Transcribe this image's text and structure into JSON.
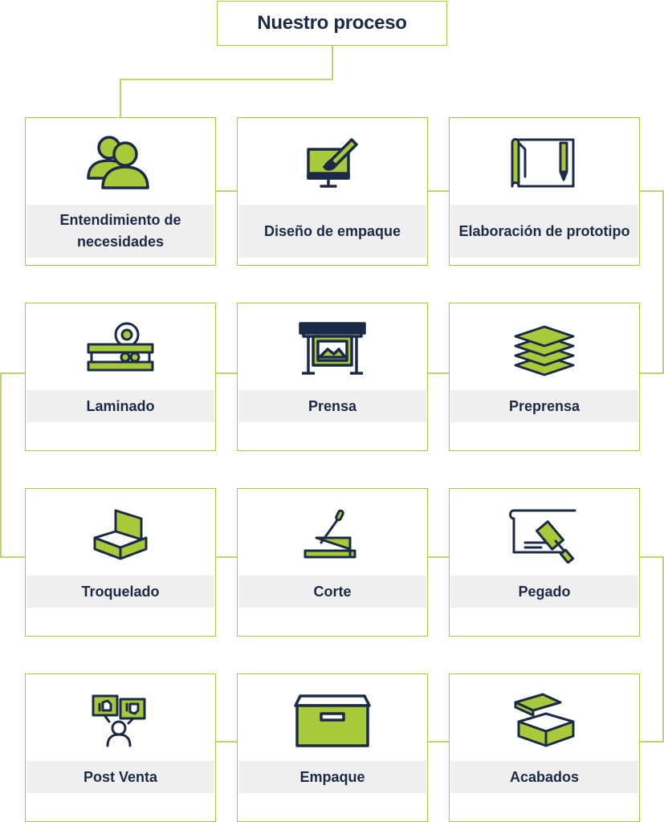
{
  "title": "Nuestro proceso",
  "steps": [
    {
      "label": "Entendimiento de necesidades",
      "icon": "users-icon"
    },
    {
      "label": "Diseño de empaque",
      "icon": "monitor-brush-icon"
    },
    {
      "label": "Elaboración de prototipo",
      "icon": "blueprint-pencil-icon"
    },
    {
      "label": "Laminado",
      "icon": "laminator-icon"
    },
    {
      "label": "Prensa",
      "icon": "printer-icon"
    },
    {
      "label": "Preprensa",
      "icon": "layers-icon"
    },
    {
      "label": "Troquelado",
      "icon": "open-box-icon"
    },
    {
      "label": "Corte",
      "icon": "paper-cutter-icon"
    },
    {
      "label": "Pegado",
      "icon": "paint-roller-icon"
    },
    {
      "label": "Post Venta",
      "icon": "feedback-icon"
    },
    {
      "label": "Empaque",
      "icon": "drawer-box-icon"
    },
    {
      "label": "Acabados",
      "icon": "box-lid-icon"
    }
  ],
  "colors": {
    "accent": "#a7c93a",
    "dark": "#1b2a47",
    "band": "#efefef"
  }
}
